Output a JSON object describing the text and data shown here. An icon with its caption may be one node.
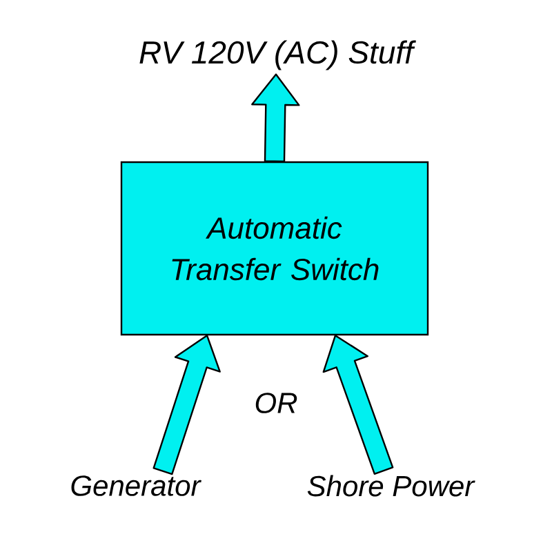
{
  "diagram": {
    "nodes": [
      {
        "text": [
          "RV 120V (AC) Stuff"
        ]
      },
      {
        "text": [
          "Automatic Transfer Switch"
        ]
      },
      {
        "text": [
          "Generator"
        ]
      },
      {
        "text": [
          "Shore Power"
        ]
      }
    ],
    "edges": [
      {
        "from": 1,
        "to": 0,
        "arrow": "to"
      },
      {
        "from": 2,
        "to": 1,
        "arrow": "to"
      },
      {
        "from": 3,
        "to": 1,
        "arrow": "to"
      }
    ],
    "labels": [
      "OR"
    ]
  }
}
